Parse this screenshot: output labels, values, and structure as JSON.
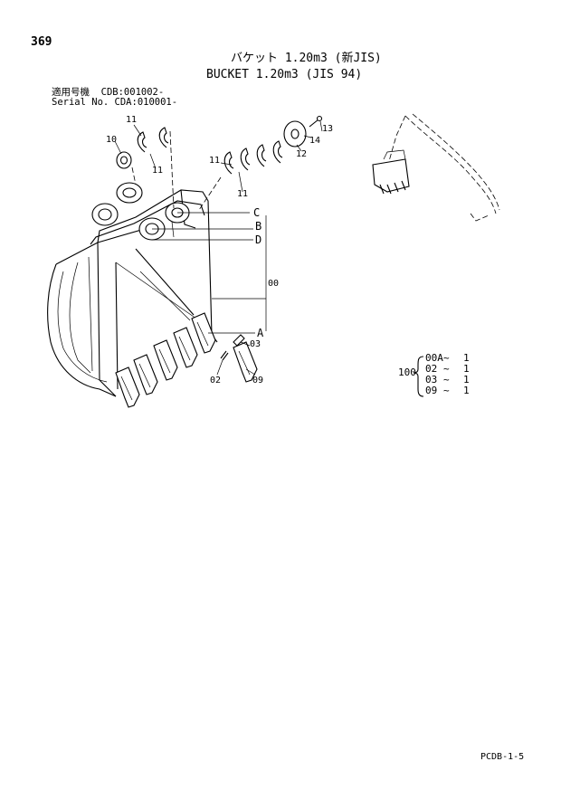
{
  "page_number": "369",
  "title_jp": "バケット 1.20m3 (新JIS)",
  "title_en": "BUCKET 1.20m3 (JIS 94)",
  "serial": {
    "line1": "適用号機  CDB:001002-",
    "line2": "Serial No. CDA:010001-"
  },
  "callouts": {
    "c11a": "11",
    "c10": "10",
    "c11b": "11",
    "c13": "13",
    "c14": "14",
    "c12": "12",
    "c11c": "11",
    "c11d": "11",
    "c00": "00",
    "c03": "03",
    "c02": "02",
    "c09": "09"
  },
  "letters": {
    "C": "C",
    "B": "B",
    "D": "D",
    "A": "A"
  },
  "parts_list": {
    "assembly": "100",
    "rows": [
      {
        "part": "00A",
        "sep": "~",
        "qty": "1"
      },
      {
        "part": "02",
        "sep": "~",
        "qty": "1"
      },
      {
        "part": "03",
        "sep": "~",
        "qty": "1"
      },
      {
        "part": "09",
        "sep": "~",
        "qty": "1"
      }
    ]
  },
  "footer": "PCDB-1-5"
}
